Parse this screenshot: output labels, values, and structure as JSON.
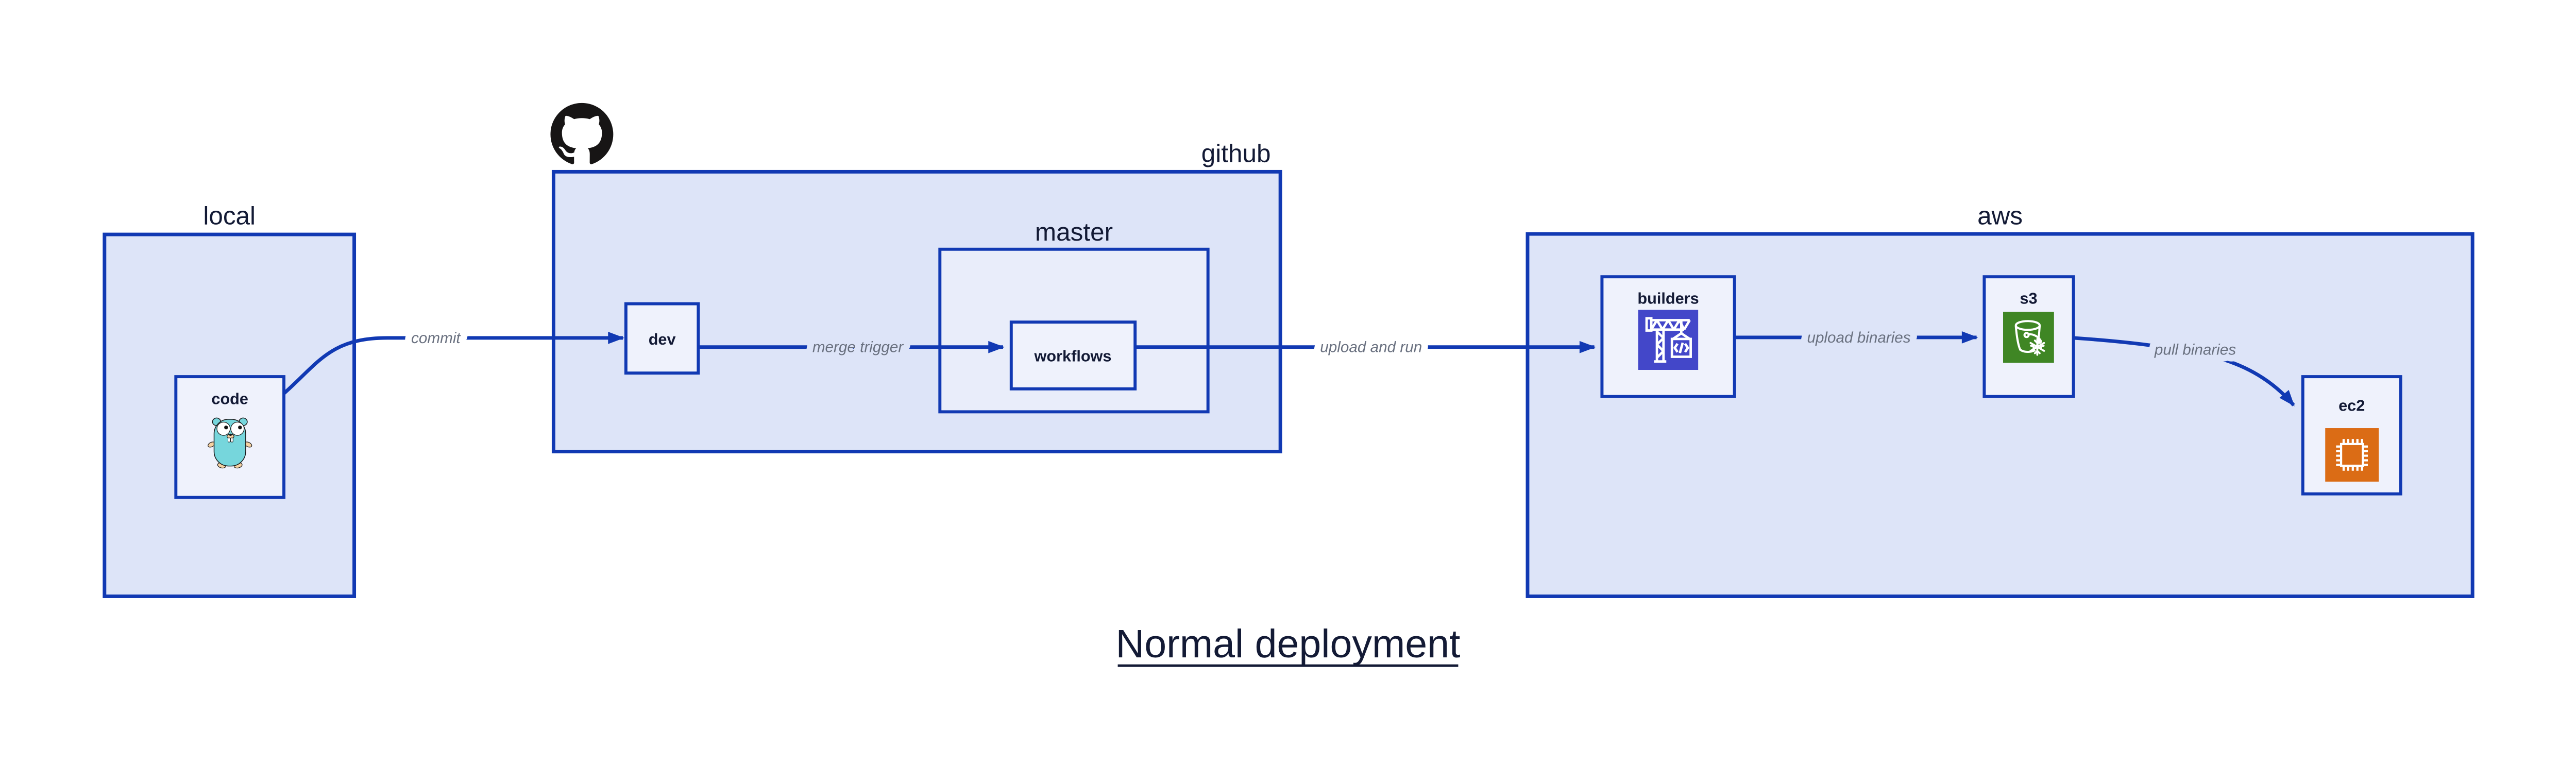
{
  "diagram_title": {
    "text": "Normal deployment"
  },
  "groups": {
    "local": {
      "label": "local"
    },
    "github": {
      "label": "github"
    },
    "master": {
      "label": "master"
    },
    "aws": {
      "label": "aws"
    }
  },
  "nodes": {
    "code": {
      "label": "code",
      "icon": "go-gopher-icon"
    },
    "dev": {
      "label": "dev"
    },
    "workflows": {
      "label": "workflows"
    },
    "builders": {
      "label": "builders",
      "icon": "codebuild-crane-icon",
      "icon_color": "#4347C9"
    },
    "s3": {
      "label": "s3",
      "icon": "s3-bucket-snowflake-icon",
      "icon_color": "#3F8624"
    },
    "ec2": {
      "label": "ec2",
      "icon": "ec2-chip-icon",
      "icon_color": "#DB6C15"
    }
  },
  "edges": {
    "commit": {
      "label": "commit"
    },
    "merge_trigger": {
      "label": "merge trigger"
    },
    "upload_and_run": {
      "label": "upload and run"
    },
    "upload_binaries": {
      "label": "upload binaries"
    },
    "pull_binaries": {
      "label": "pull binaries"
    }
  },
  "colors": {
    "accent_blue": "#1139B3",
    "group_fill": "#DDE4F8",
    "subgroup_fill": "#E9EDFA",
    "node_fill": "#EFF2FC",
    "edge_label_gray": "#69707F",
    "text_navy": "#131A35",
    "github_black": "#171515",
    "gopher_teal": "#76D6DC"
  }
}
